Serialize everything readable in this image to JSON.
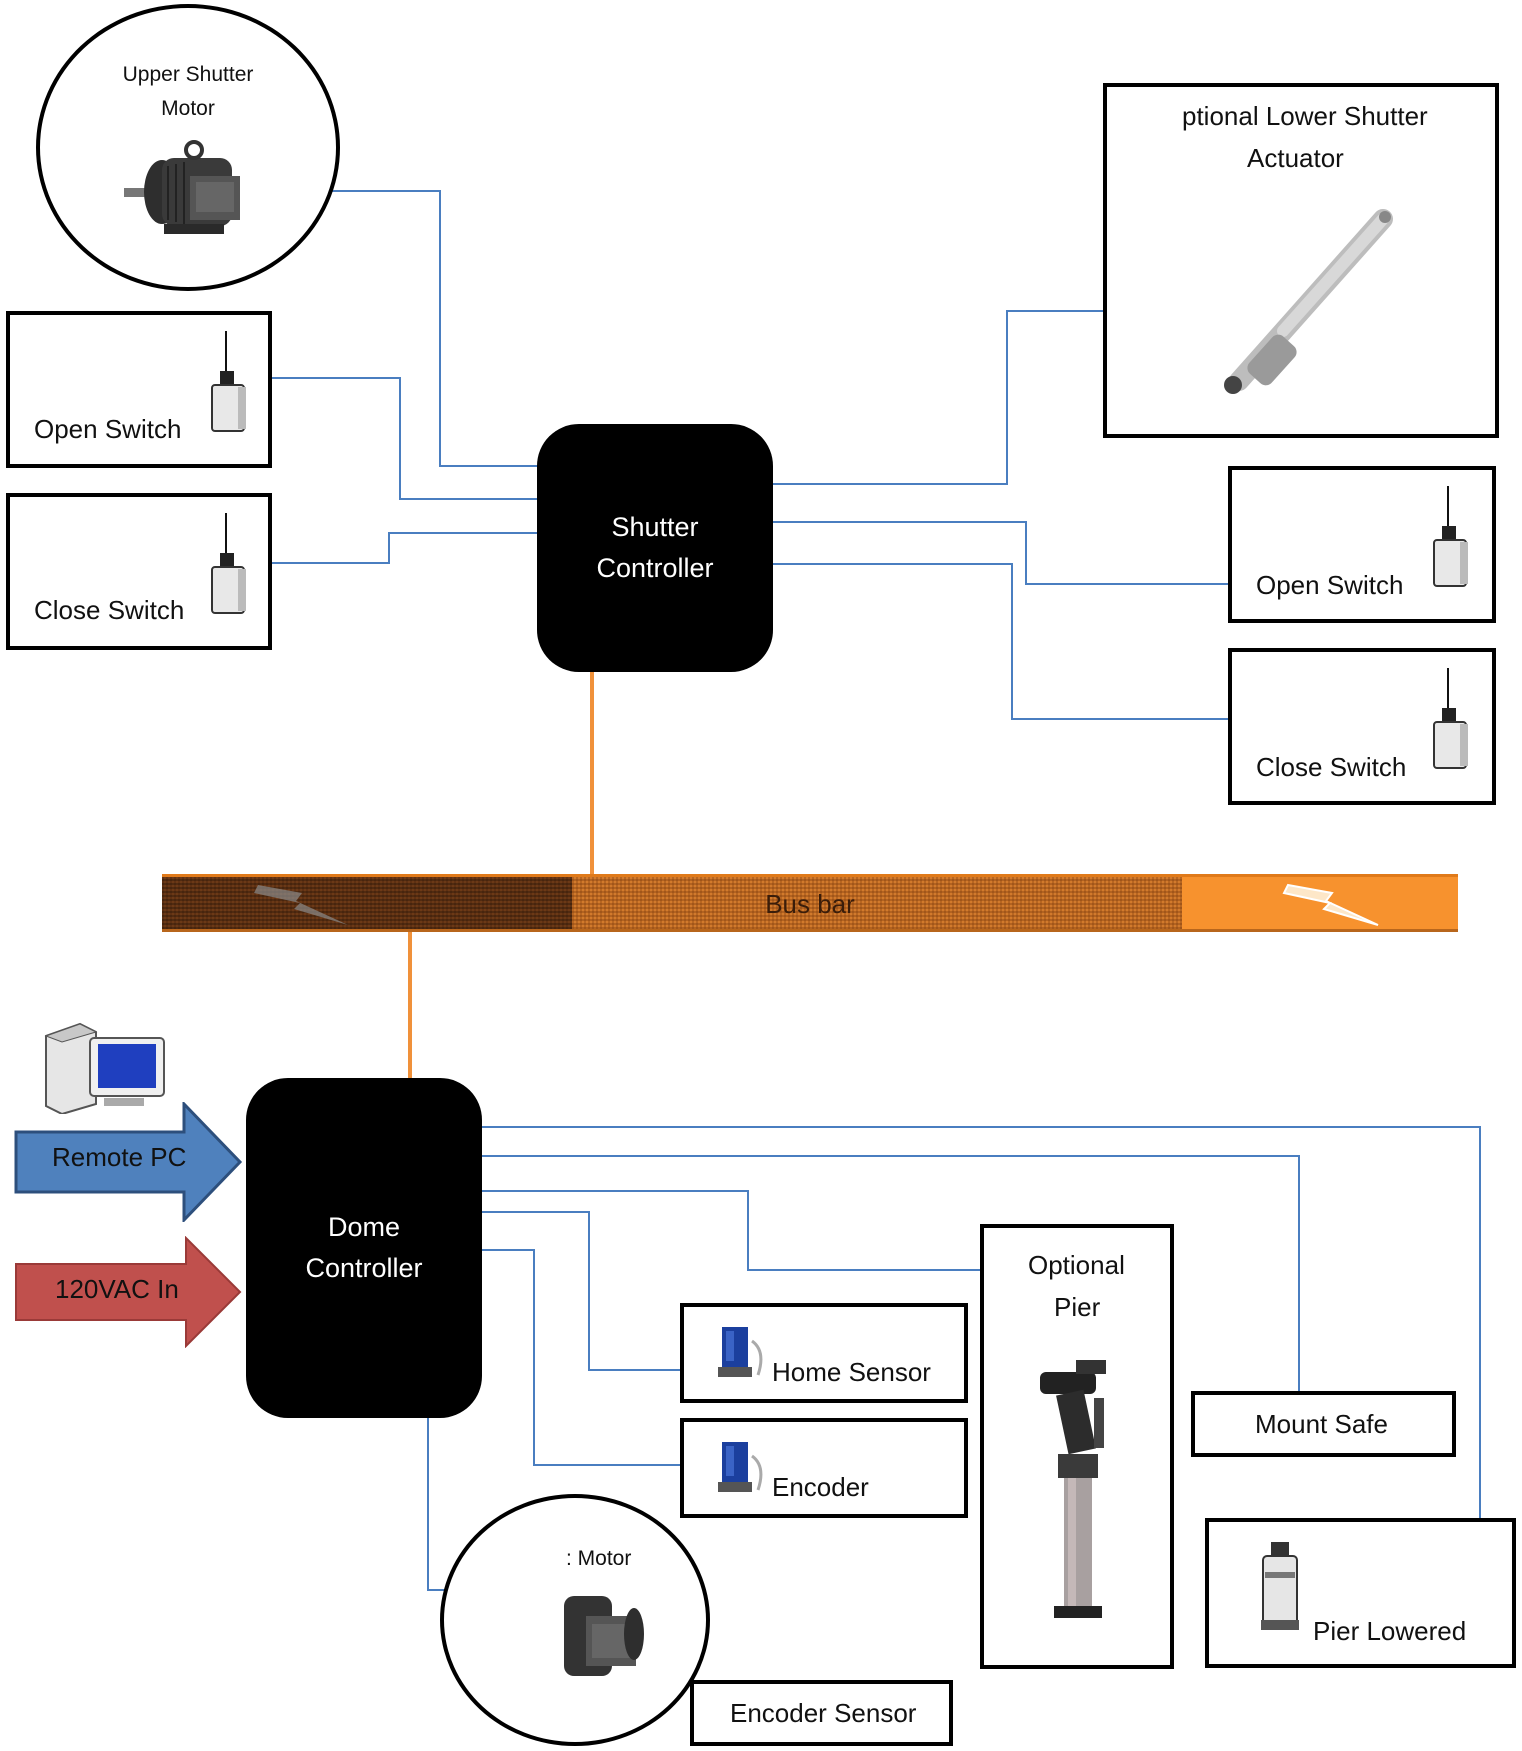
{
  "upper_shutter_motor": {
    "line1": "Upper Shutter",
    "line2": "Motor"
  },
  "lower_shutter_actuator": {
    "line1": "ptional Lower Shutter",
    "line2": "Actuator"
  },
  "shutter_controller": {
    "line1": "Shutter",
    "line2": "Controller"
  },
  "left_switches": {
    "open": "Open Switch",
    "close": "Close Switch"
  },
  "right_switches": {
    "open": "Open Switch",
    "close": "Close Switch"
  },
  "bus_bar": {
    "label": "Bus bar"
  },
  "remote_pc": {
    "label": "Remote PC"
  },
  "power_in": {
    "label": "120VAC In"
  },
  "dome_controller": {
    "line1": "Dome",
    "line2": "Controller"
  },
  "optional_pier": {
    "line1": "Optional",
    "line2": "Pier"
  },
  "home_sensor": {
    "label": "Home Sensor"
  },
  "encoder": {
    "label": "Encoder"
  },
  "mount_safe": {
    "label": "Mount Safe"
  },
  "pier_lowered": {
    "label": "Pier Lowered"
  },
  "dome_motor": {
    "label": ": Motor"
  },
  "encoder_sensor": {
    "label": "Encoder Sensor"
  },
  "colors": {
    "wire_blue": "#4a7ec0",
    "wire_orange": "#f0913a",
    "remote_pc_arrow": "#4f81bd",
    "power_arrow": "#c0504d",
    "bus_bar": "#f7922e"
  }
}
